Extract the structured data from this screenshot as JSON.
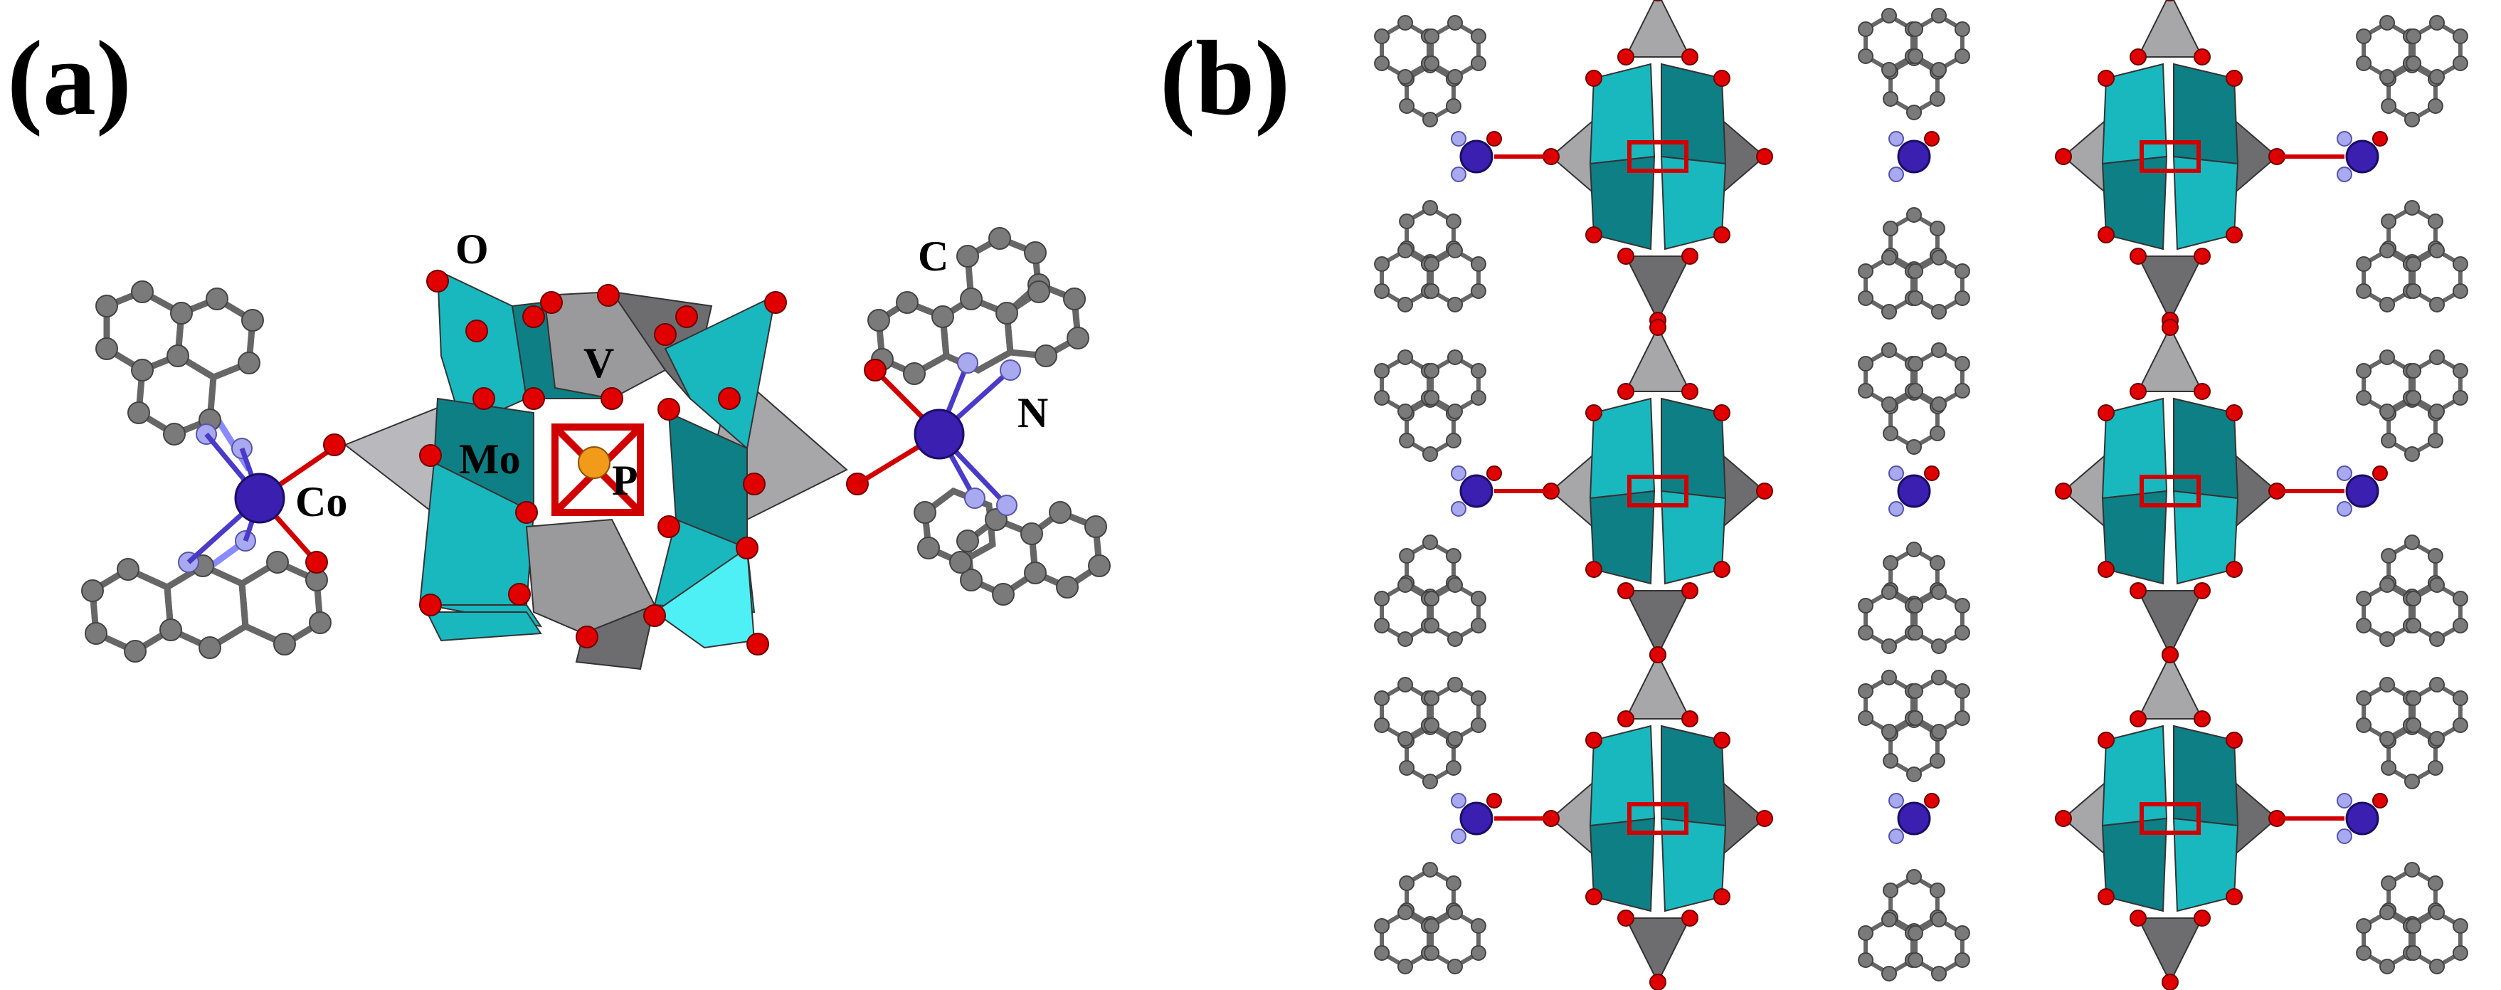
{
  "panels": [
    {
      "id": "a",
      "label": "(a)"
    },
    {
      "id": "b",
      "label": "(b)"
    }
  ],
  "atom_labels": {
    "O": "O",
    "V": "V",
    "Mo": "Mo",
    "P": "P",
    "Co": "Co",
    "C": "C",
    "N": "N"
  },
  "colors": {
    "Mo_polyhedron": "#19b8bf",
    "Mo_polyhedron_dark": "#0e7f85",
    "V_polyhedron": "#a7a7aa",
    "V_polyhedron_dark": "#6d6d70",
    "oxygen": "#e00000",
    "carbon": "#7a7a7a",
    "nitrogen": "#a9a9ef",
    "cobalt": "#3b1fb0",
    "phosphorus": "#f29a1a",
    "bond_red": "#d00000"
  }
}
